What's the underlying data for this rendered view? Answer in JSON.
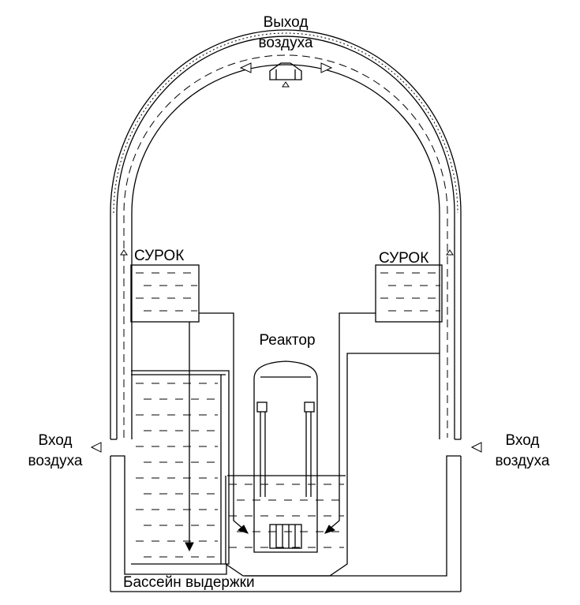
{
  "labels": {
    "air_out_line1": "Выход",
    "air_out_line2": "воздуха",
    "air_in_left_line1": "Вход",
    "air_in_left_line2": "воздуха",
    "air_in_right_line1": "Вход",
    "air_in_right_line2": "воздуха",
    "suroc_left": "СУРОК",
    "suroc_right": "СУРОК",
    "reactor": "Реактор",
    "pool": "Бассейн выдержки"
  },
  "colors": {
    "line": "#000000",
    "background": "#ffffff"
  },
  "icons": [
    "arrow-outlet-left-icon",
    "arrow-outlet-right-icon",
    "arrow-inlet-left-icon",
    "arrow-inlet-right-icon"
  ]
}
